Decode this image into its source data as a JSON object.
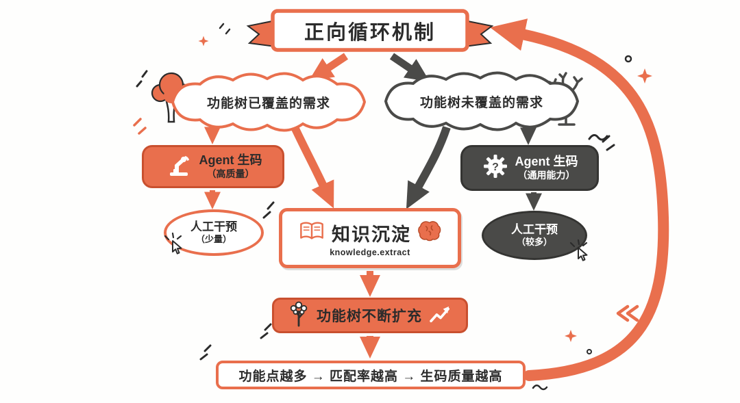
{
  "title": "正向循环机制",
  "colors": {
    "accent": "#E96F4D",
    "accent_deep": "#C9502F",
    "dark": "#4A4A48",
    "ink": "#2B2B2B"
  },
  "left_branch": {
    "cloud": "功能树已覆盖的需求",
    "agent_line1": "Agent 生码",
    "agent_line2": "（高质量）",
    "manual_line1": "人工干预",
    "manual_line2": "（少量）"
  },
  "right_branch": {
    "cloud": "功能树未覆盖的需求",
    "agent_line1": "Agent 生码",
    "agent_line2": "（通用能力）",
    "manual_line1": "人工干预",
    "manual_line2": "（较多）"
  },
  "knowledge": {
    "title": "知识沉淀",
    "subtitle": "knowledge.extract"
  },
  "expand": {
    "label": "功能树不断扩充"
  },
  "conclusion": {
    "label": "功能点越多 → 匹配率越高 → 生码质量越高"
  },
  "icons": {
    "left_agent": "robot-arm-icon",
    "right_agent": "gear-question-icon",
    "knowledge_left": "open-book-icon",
    "knowledge_right": "brain-icon",
    "expand_left": "tree-icon",
    "expand_right": "growth-arrow-icon"
  }
}
